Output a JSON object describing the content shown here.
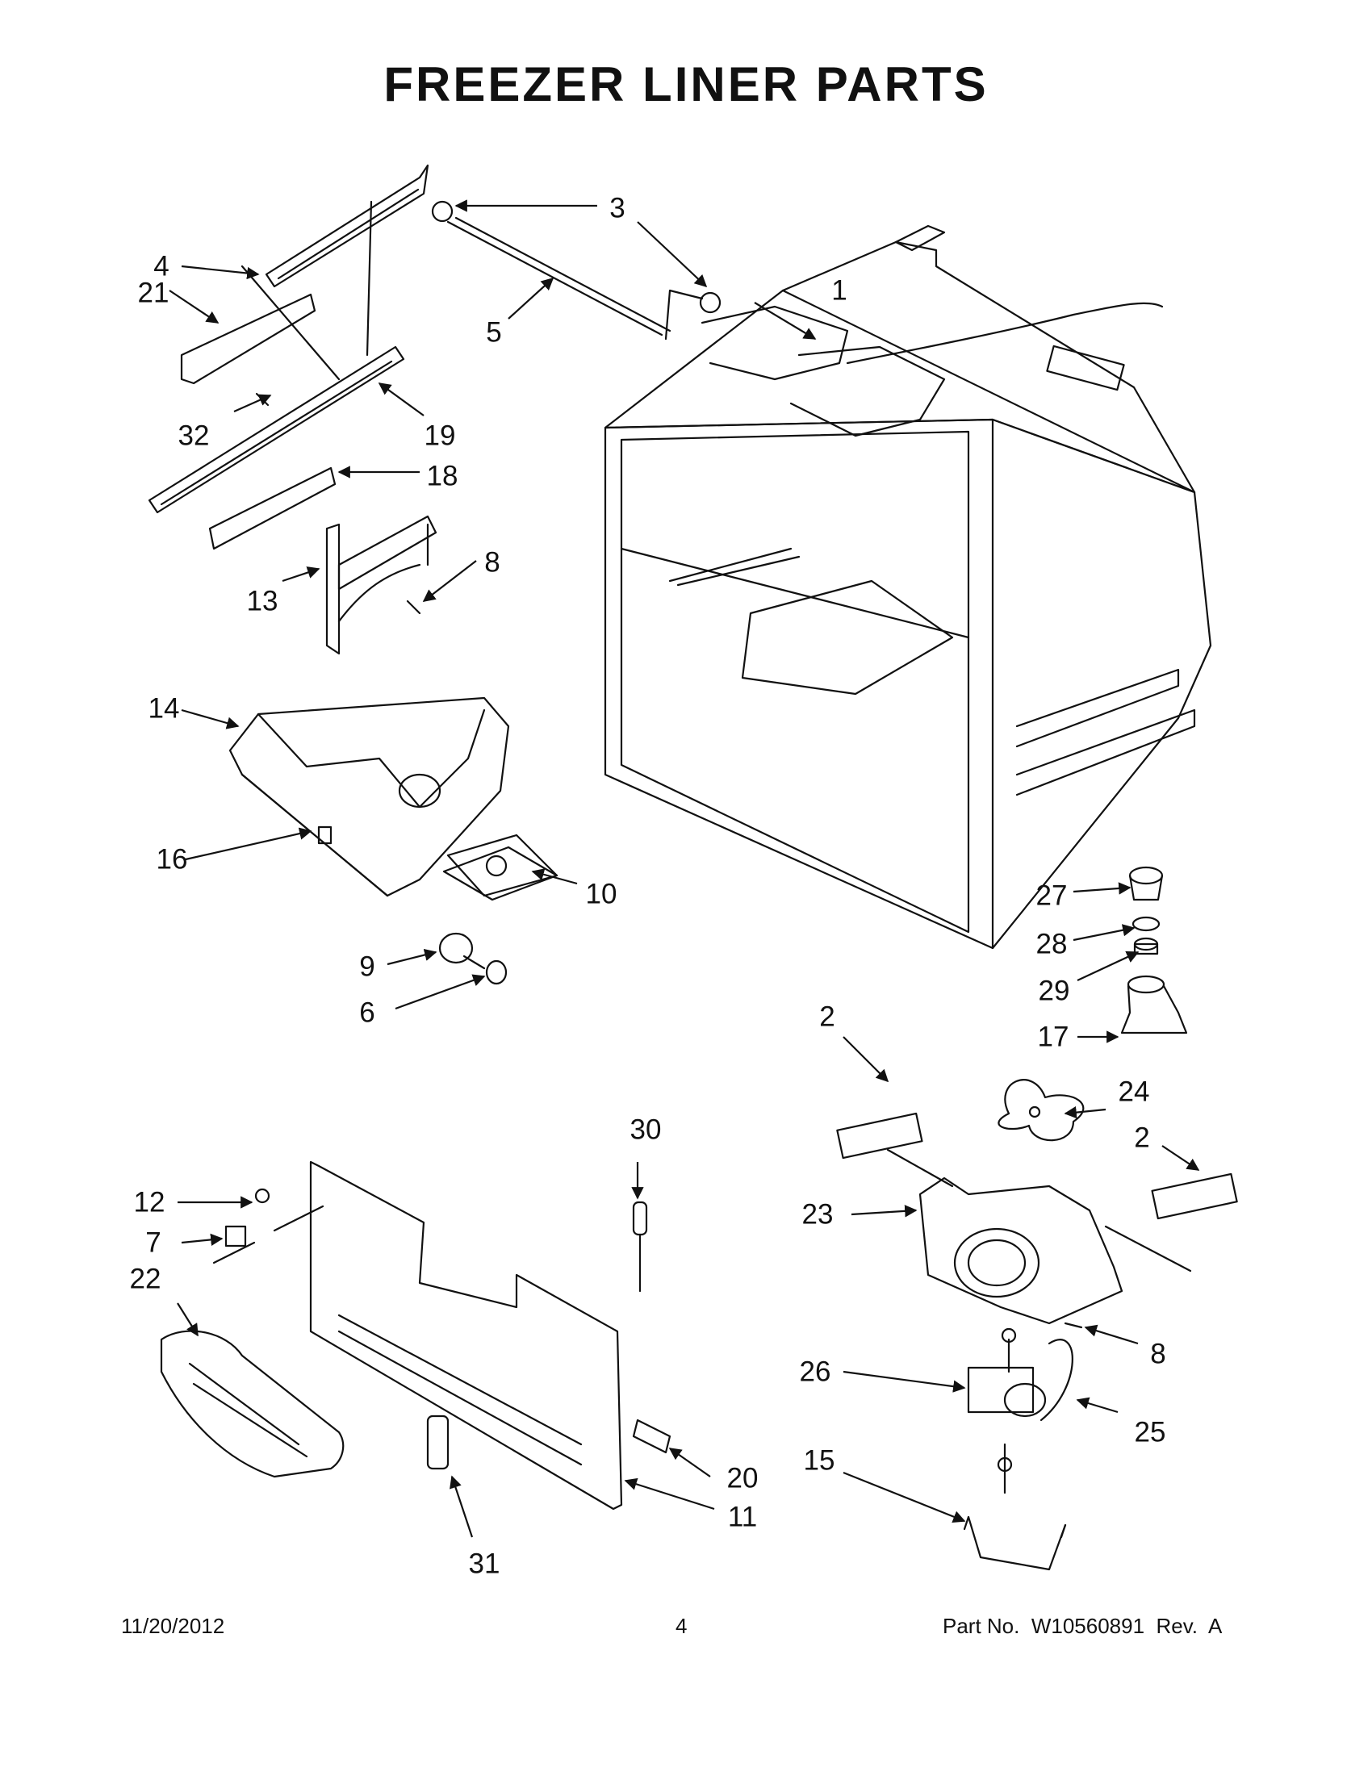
{
  "title": "FREEZER LINER PARTS",
  "callouts": {
    "p1": "1",
    "p2a": "2",
    "p2b": "2",
    "p3": "3",
    "p4": "4",
    "p5": "5",
    "p6": "6",
    "p7": "7",
    "p8a": "8",
    "p8b": "8",
    "p9": "9",
    "p10": "10",
    "p11": "11",
    "p12": "12",
    "p13": "13",
    "p14": "14",
    "p15": "15",
    "p16": "16",
    "p17": "17",
    "p18": "18",
    "p19": "19",
    "p20": "20",
    "p21": "21",
    "p22": "22",
    "p23": "23",
    "p24": "24",
    "p25": "25",
    "p26": "26",
    "p27": "27",
    "p28": "28",
    "p29": "29",
    "p30": "30",
    "p31": "31",
    "p32": "32"
  },
  "footer": {
    "date": "11/20/2012",
    "page": "4",
    "part_no": "Part No.  W10560891  Rev.  A"
  }
}
